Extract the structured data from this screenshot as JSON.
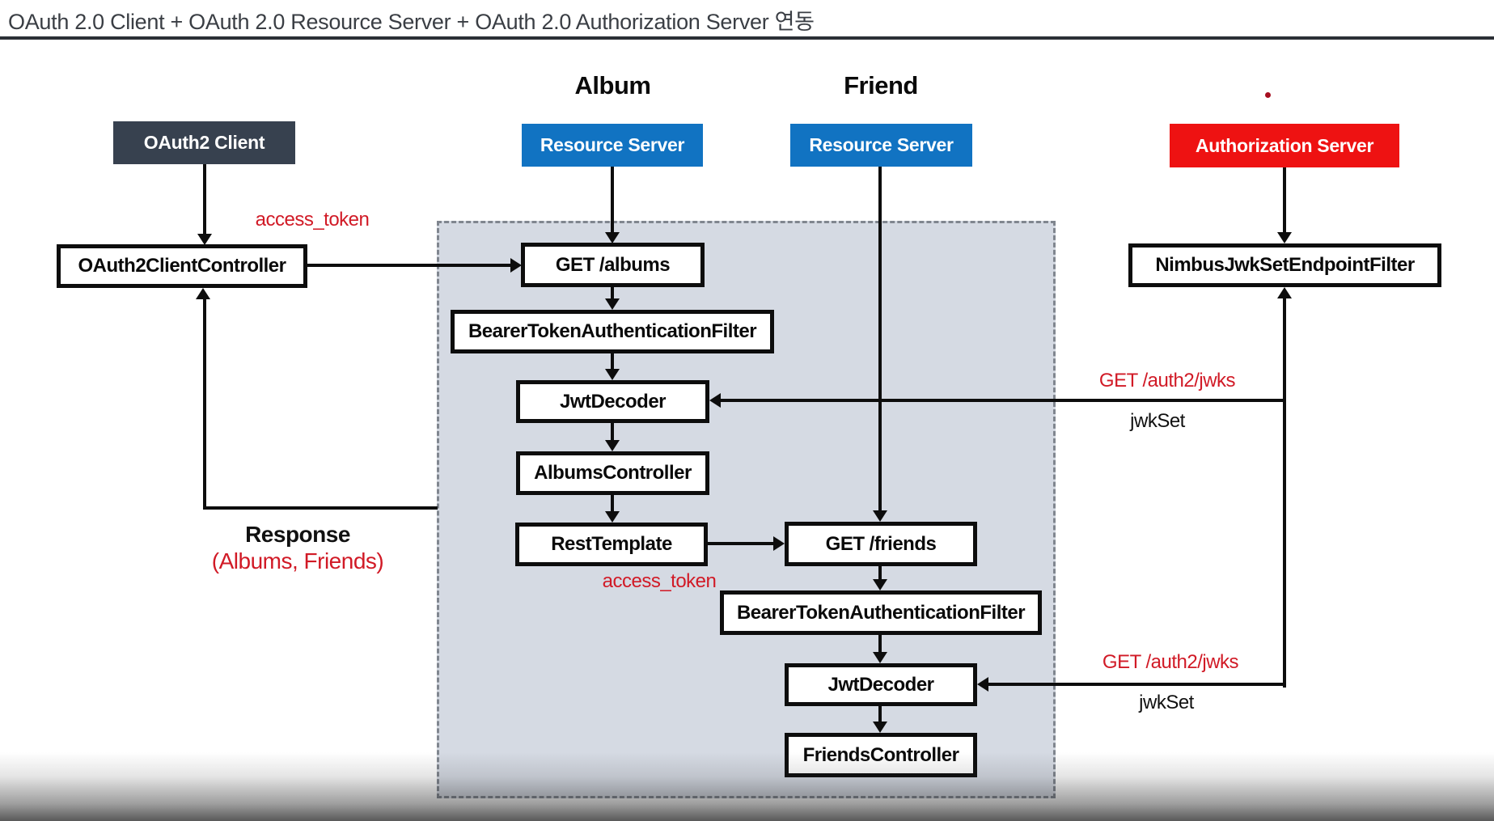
{
  "title": "OAuth 2.0 Client + OAuth 2.0 Resource Server + OAuth 2.0 Authorization Server  연동",
  "columns": {
    "client": {
      "header": "OAuth2 Client",
      "controller": "OAuth2ClientController"
    },
    "album": {
      "group": "Album",
      "header": "Resource Server",
      "nodes": [
        "GET /albums",
        "BearerTokenAuthenticationFilter",
        "JwtDecoder",
        "AlbumsController",
        "RestTemplate"
      ]
    },
    "friend": {
      "group": "Friend",
      "header": "Resource Server",
      "nodes": [
        "GET /friends",
        "BearerTokenAuthenticationFilter",
        "JwtDecoder",
        "FriendsController"
      ]
    },
    "auth": {
      "header": "Authorization Server",
      "filter": "NimbusJwkSetEndpointFilter"
    }
  },
  "labels": {
    "access_token_top": "access_token",
    "access_token_bottom": "access_token",
    "response": "Response",
    "response_detail": "(Albums, Friends)",
    "jwks_request_top": "GET /auth2/jwks",
    "jwks_response_top": "jwkSet",
    "jwks_request_bottom": "GET /auth2/jwks",
    "jwks_response_bottom": "jwkSet"
  },
  "colors": {
    "navy": "#37414f",
    "blue": "#1173c2",
    "red": "#ee1212",
    "region": "#d5dae3",
    "region-border": "#80868f",
    "line": "#0d0d0d",
    "label-red": "#d11a26"
  }
}
